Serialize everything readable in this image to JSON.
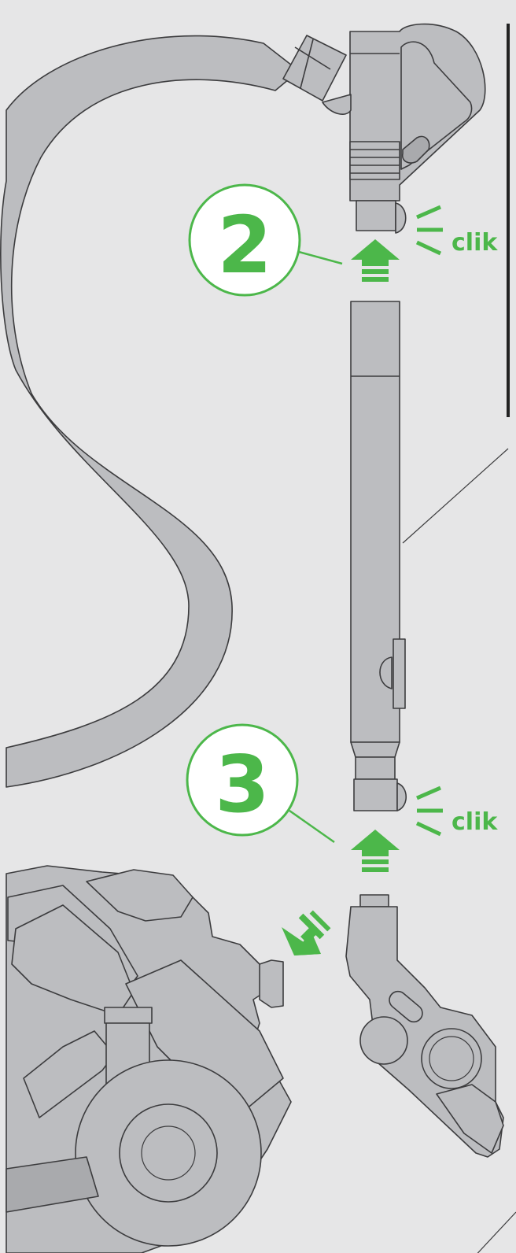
{
  "steps": [
    {
      "number": "2",
      "sound": "clik"
    },
    {
      "number": "3",
      "sound": "clik"
    }
  ],
  "colors": {
    "background": "#e6e6e7",
    "accent_green": "#4cb74a",
    "part_fill": "#bcbdc0",
    "outline": "#3c3c3e"
  },
  "icons": [
    "up-arrow-icon",
    "diagonal-arrow-icon",
    "click-sound-lines-icon"
  ]
}
